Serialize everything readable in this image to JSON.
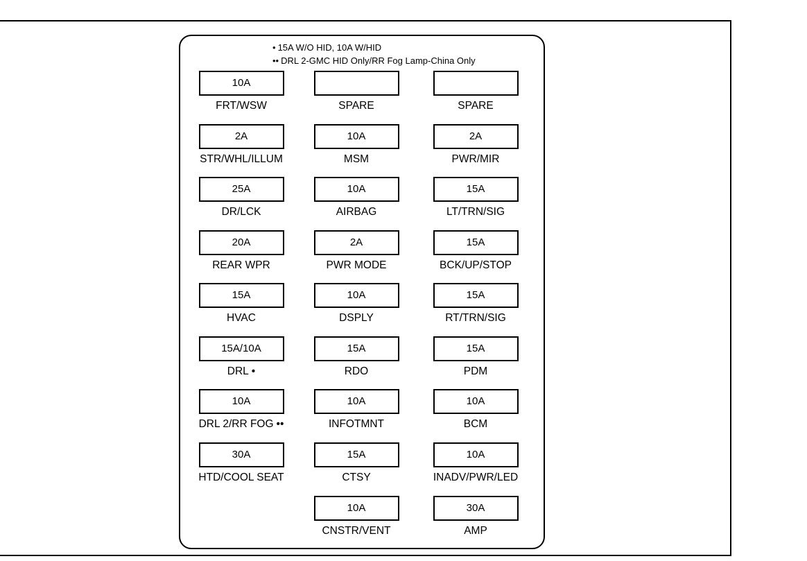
{
  "notes": [
    {
      "marker": "•",
      "text": "15A W/O HID, 10A W/HID"
    },
    {
      "marker": "••",
      "text": "DRL 2-GMC HID Only/RR Fog Lamp-China Only"
    }
  ],
  "fuses": [
    {
      "rating": "10A",
      "label": "FRT/WSW",
      "marker": ""
    },
    {
      "rating": "",
      "label": "SPARE",
      "marker": ""
    },
    {
      "rating": "",
      "label": "SPARE",
      "marker": ""
    },
    {
      "rating": "2A",
      "label": "STR/WHL/ILLUM",
      "marker": ""
    },
    {
      "rating": "10A",
      "label": "MSM",
      "marker": ""
    },
    {
      "rating": "2A",
      "label": "PWR/MIR",
      "marker": ""
    },
    {
      "rating": "25A",
      "label": "DR/LCK",
      "marker": ""
    },
    {
      "rating": "10A",
      "label": "AIRBAG",
      "marker": ""
    },
    {
      "rating": "15A",
      "label": "LT/TRN/SIG",
      "marker": ""
    },
    {
      "rating": "20A",
      "label": "REAR WPR",
      "marker": ""
    },
    {
      "rating": "2A",
      "label": "PWR MODE",
      "marker": ""
    },
    {
      "rating": "15A",
      "label": "BCK/UP/STOP",
      "marker": ""
    },
    {
      "rating": "15A",
      "label": "HVAC",
      "marker": ""
    },
    {
      "rating": "10A",
      "label": "DSPLY",
      "marker": ""
    },
    {
      "rating": "15A",
      "label": "RT/TRN/SIG",
      "marker": ""
    },
    {
      "rating": "15A/10A",
      "label": "DRL",
      "marker": "•"
    },
    {
      "rating": "15A",
      "label": "RDO",
      "marker": ""
    },
    {
      "rating": "15A",
      "label": "PDM",
      "marker": ""
    },
    {
      "rating": "10A",
      "label": "DRL 2/RR FOG",
      "marker": "••"
    },
    {
      "rating": "10A",
      "label": "INFOTMNT",
      "marker": ""
    },
    {
      "rating": "10A",
      "label": "BCM",
      "marker": ""
    },
    {
      "rating": "30A",
      "label": "HTD/COOL SEAT",
      "marker": ""
    },
    {
      "rating": "15A",
      "label": "CTSY",
      "marker": ""
    },
    {
      "rating": "10A",
      "label": "INADV/PWR/LED",
      "marker": ""
    },
    {
      "rating": "10A",
      "label": "CNSTR/VENT",
      "marker": ""
    },
    {
      "rating": "30A",
      "label": "AMP",
      "marker": ""
    }
  ]
}
